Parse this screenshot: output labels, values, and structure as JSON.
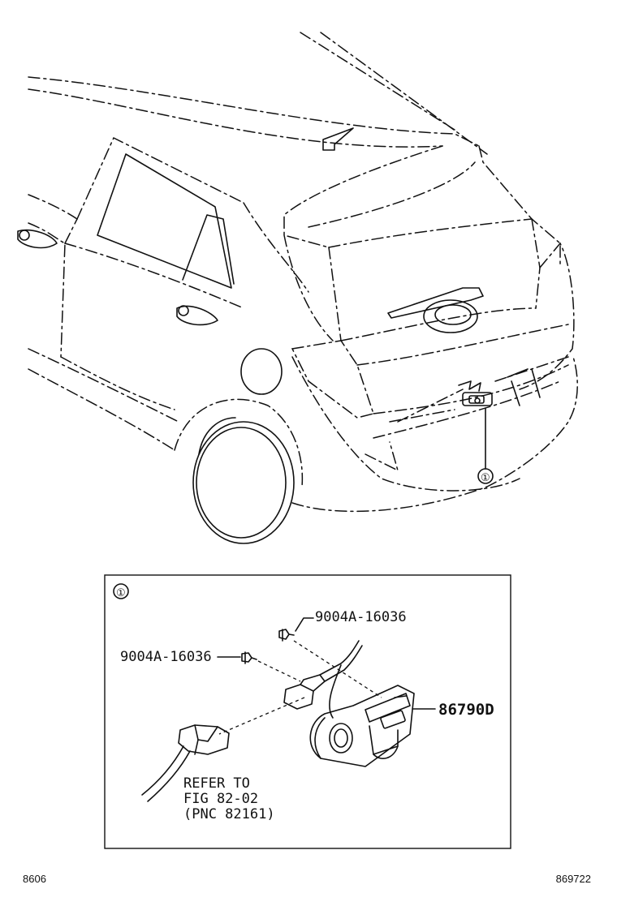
{
  "callout": {
    "symbol": "①"
  },
  "detail_box": {
    "symbol": "①",
    "parts": {
      "screw_top": "9004A-16036",
      "screw_left": "9004A-16036",
      "camera": "86790D"
    },
    "reference": {
      "line1": "REFER TO",
      "line2": "FIG 82-02",
      "line3": "(PNC 82161)"
    }
  },
  "footer": {
    "left_code": "8606",
    "right_code": "869722"
  }
}
